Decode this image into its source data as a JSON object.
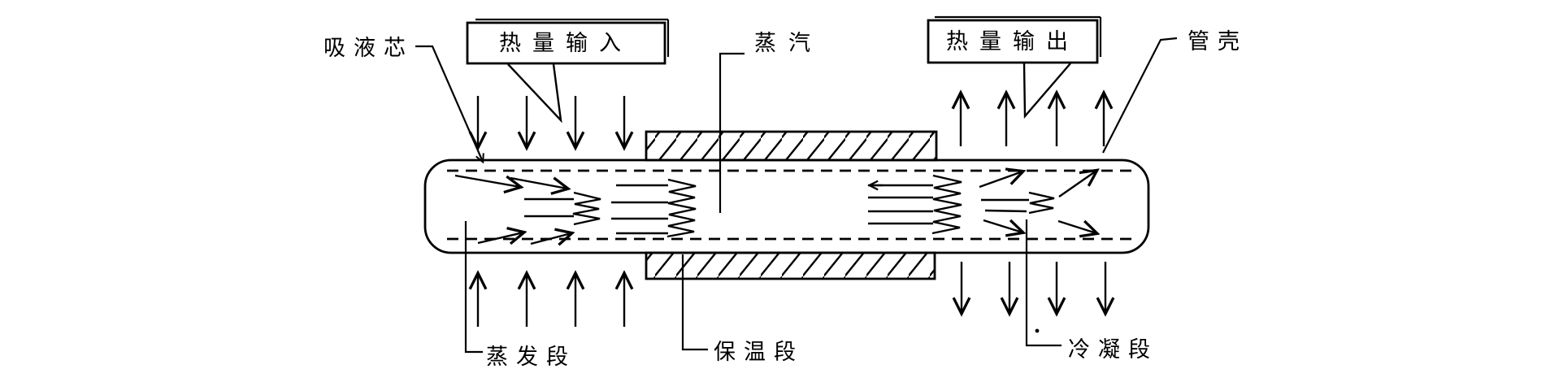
{
  "diagram": {
    "type": "heat-pipe-schematic",
    "background_color": "#ffffff",
    "ink_color": "#000000",
    "labels": {
      "wick": "吸液芯",
      "heat_input": "热量输入",
      "vapor": "蒸汽",
      "heat_output": "热量输出",
      "shell": "管壳",
      "evaporator_section": "蒸发段",
      "adiabatic_section": "保温段",
      "condenser_section": "冷凝段"
    }
  }
}
